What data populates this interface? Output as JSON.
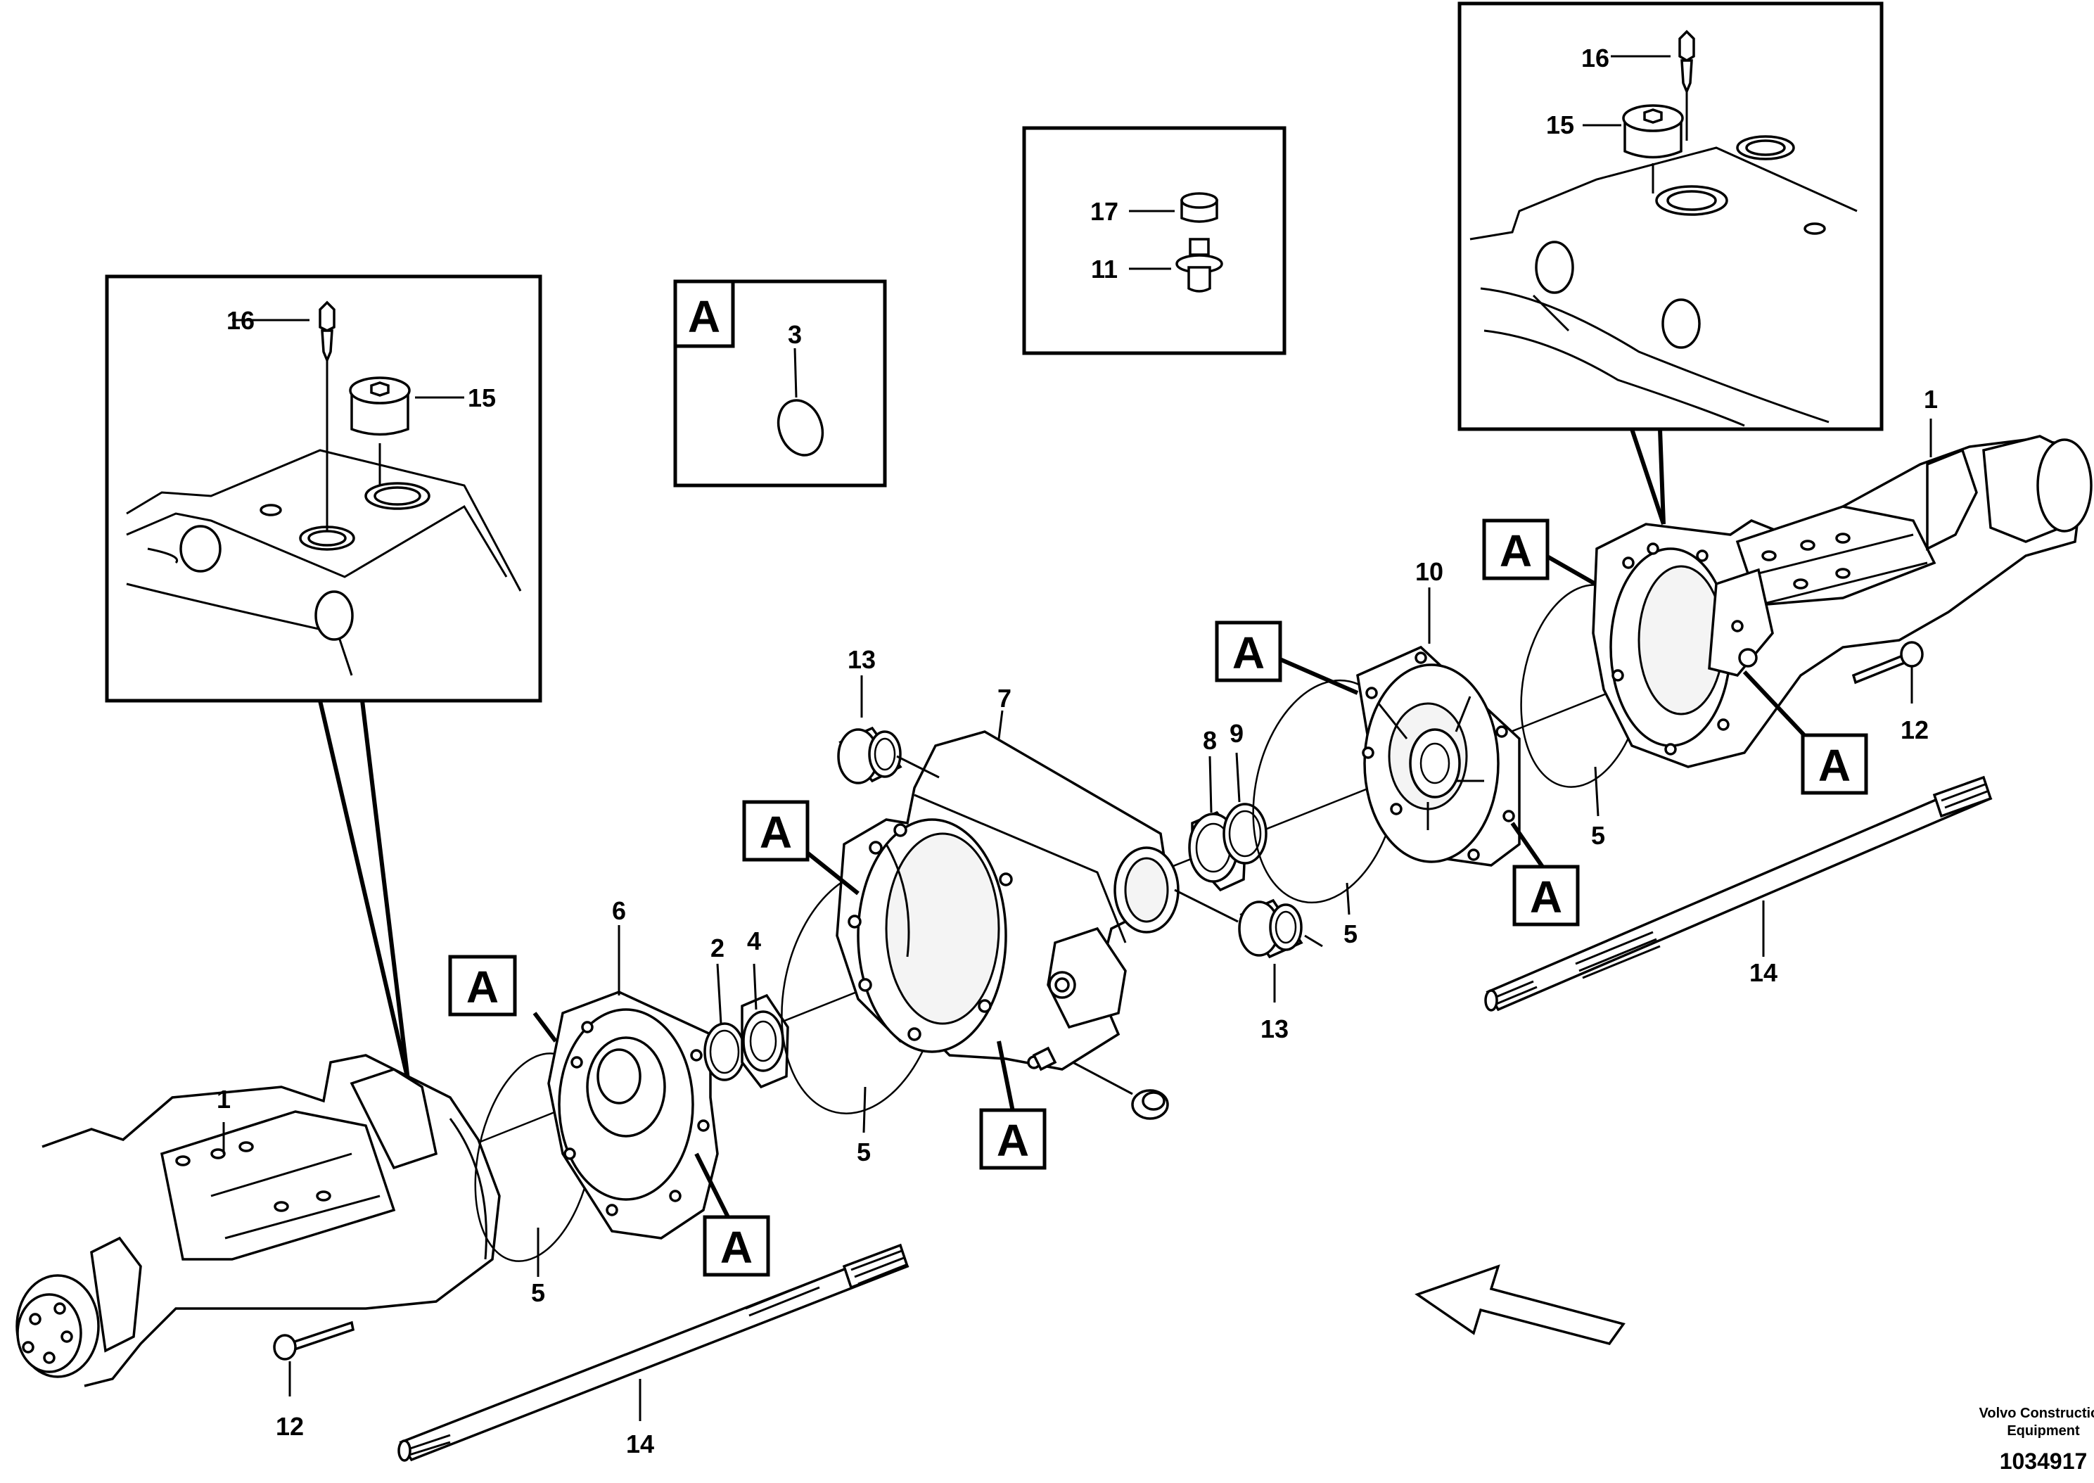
{
  "marker_letter": "A",
  "labels": {
    "n1": "1",
    "n2": "2",
    "n3": "3",
    "n4": "4",
    "n5": "5",
    "n6": "6",
    "n7": "7",
    "n8": "8",
    "n9": "9",
    "n10": "10",
    "n11": "11",
    "n12": "12",
    "n13": "13",
    "n14": "14",
    "n15": "15",
    "n16": "16",
    "n17": "17"
  },
  "footer": {
    "brand_line1": "Volvo Construction",
    "brand_line2": "Equipment",
    "doc_number": "1034917"
  }
}
